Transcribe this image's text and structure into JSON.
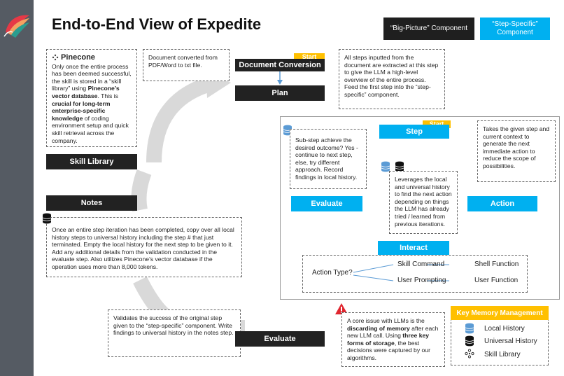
{
  "title": "End-to-End View of Expedite",
  "legend": {
    "big_picture": "“Big-Picture” Component",
    "step_specific": "“Step-Specific” Component"
  },
  "nodes": {
    "document_conversion": "Document Conversion",
    "plan": "Plan",
    "skill_library": "Skill Library",
    "notes": "Notes",
    "evaluate_big": "Evaluate",
    "step": "Step",
    "evaluate_step": "Evaluate",
    "action": "Action",
    "interact": "Interact",
    "start": "Start"
  },
  "pinecone": "Pinecone",
  "notes_text": {
    "document": "Document converted from PDF/Word to txt file.",
    "plan_p1": "All steps inputted from the document are extracted at this step to give the LLM a high-level overview of the entire process. Feed the first step into the “step-specific” component.",
    "skill_a": "Only once the entire process has been deemed successful, the skill is stored in a “skill library” using ",
    "skill_b": "Pinecone’s vector database",
    "skill_c": ". This is ",
    "skill_d": "crucial for long-term enterprise-specific knowledge",
    "skill_e": " of coding environment setup and quick skill retrieval across the company.",
    "notes_body": "Once an entire step iteration has been completed, copy over all local history steps to universal history including the step # that just terminated. Empty the local history for the next step to be given to it. Add any additional details from the validation conducted in the evaluate step. Also utilizes Pinecone’s vector database if the operation uses more than 8,000 tokens.",
    "evaluate_big": "Validates the success of the original step given to the “step-specific” component. Write findings to universal history in the notes step.",
    "step_desc": "Takes the given step and current context to generate the next immediate action to reduce the scope of possibilities.",
    "evaluate_step": "Sub-step achieve the desired outcome? Yes - continue to next step, else, try different approach. Record findings in local history.",
    "action_desc": "Leverages the local and universal history to find the next action depending on things the LLM has already tried / learned from previous iterations.",
    "memory_a": "A core issue with LLMs is the ",
    "memory_b": "discarding of memory",
    "memory_c": " after each new LLM call. Using ",
    "memory_d": "three key forms of storage",
    "memory_e": ", the best decisions were captured by our algorithms."
  },
  "interact": {
    "action_type": "Action Type?",
    "skill_command": "Skill Command",
    "shell_function": "Shell Function",
    "user_prompting": "User Prompting",
    "user_function": "User Function"
  },
  "key_memory": {
    "title": "Key Memory Management",
    "local": "Local History",
    "universal": "Universal History",
    "skill": "Skill Library"
  },
  "colors": {
    "accent_blue": "#00b0f0",
    "dark": "#222222",
    "start": "#ffc000",
    "warning": "#e0262f",
    "sidebar": "#555b63"
  }
}
